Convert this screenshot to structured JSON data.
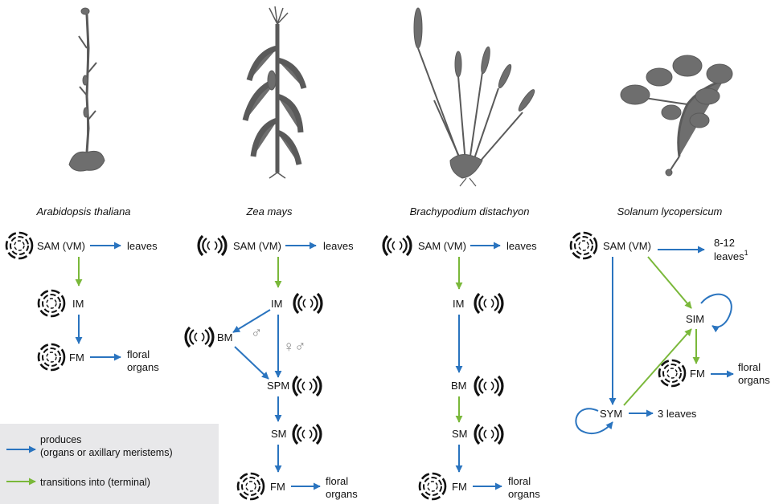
{
  "species": [
    "Arabidopsis thaliana",
    "Zea mays",
    "Brachypodium distachyon",
    "Solanum lycopersicum"
  ],
  "arabidopsis": {
    "sam": "SAM (VM)",
    "leaves": "leaves",
    "im": "IM",
    "fm": "FM",
    "floral1": "floral",
    "floral2": "organs"
  },
  "maize": {
    "sam": "SAM (VM)",
    "leaves": "leaves",
    "im": "IM",
    "bm": "BM",
    "spm": "SPM",
    "sm": "SM",
    "fm": "FM",
    "floral1": "floral",
    "floral2": "organs",
    "male": "♂",
    "female_male": "♀♂"
  },
  "brachypodium": {
    "sam": "SAM (VM)",
    "leaves": "leaves",
    "im": "IM",
    "bm": "BM",
    "sm": "SM",
    "fm": "FM",
    "floral1": "floral",
    "floral2": "organs"
  },
  "tomato": {
    "sam": "SAM (VM)",
    "leaves1": "8-12",
    "leaves2": "leaves",
    "leaves_sup": "1",
    "sim": "SIM",
    "fm": "FM",
    "floral1": "floral",
    "floral2": "organs",
    "sym": "SYM",
    "sym_leaves": "3 leaves"
  },
  "legend": {
    "produces1": "produces",
    "produces2": "(organs or axillary meristems)",
    "transitions": "transitions into (terminal)"
  },
  "colors": {
    "produces": "#2a74bf",
    "transitions": "#7ab83a",
    "legend_bg": "#e8e8ea",
    "plant": "#6e6e6e"
  }
}
